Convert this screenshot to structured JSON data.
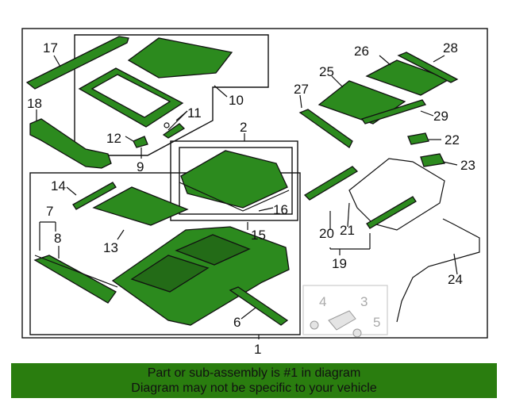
{
  "callouts": {
    "c1": "1",
    "c2": "2",
    "c3": "3",
    "c4": "4",
    "c5": "5",
    "c6": "6",
    "c7": "7",
    "c8": "8",
    "c9": "9",
    "c10": "10",
    "c11": "11",
    "c12": "12",
    "c13": "13",
    "c14": "14",
    "c15": "15",
    "c16": "16",
    "c17": "17",
    "c18": "18",
    "c19": "19",
    "c20": "20",
    "c21": "21",
    "c22": "22",
    "c23": "23",
    "c24": "24",
    "c25": "25",
    "c26": "26",
    "c27": "27",
    "c28": "28",
    "c29": "29"
  },
  "footer": {
    "line1": "Part or sub-assembly is #1 in diagram",
    "line2": "Diagram may not be specific to your vehicle"
  },
  "colors": {
    "highlight": "#2a7d0f",
    "part_fill": "#2c8a1e",
    "ghost_parts": "#aaaaaa"
  }
}
